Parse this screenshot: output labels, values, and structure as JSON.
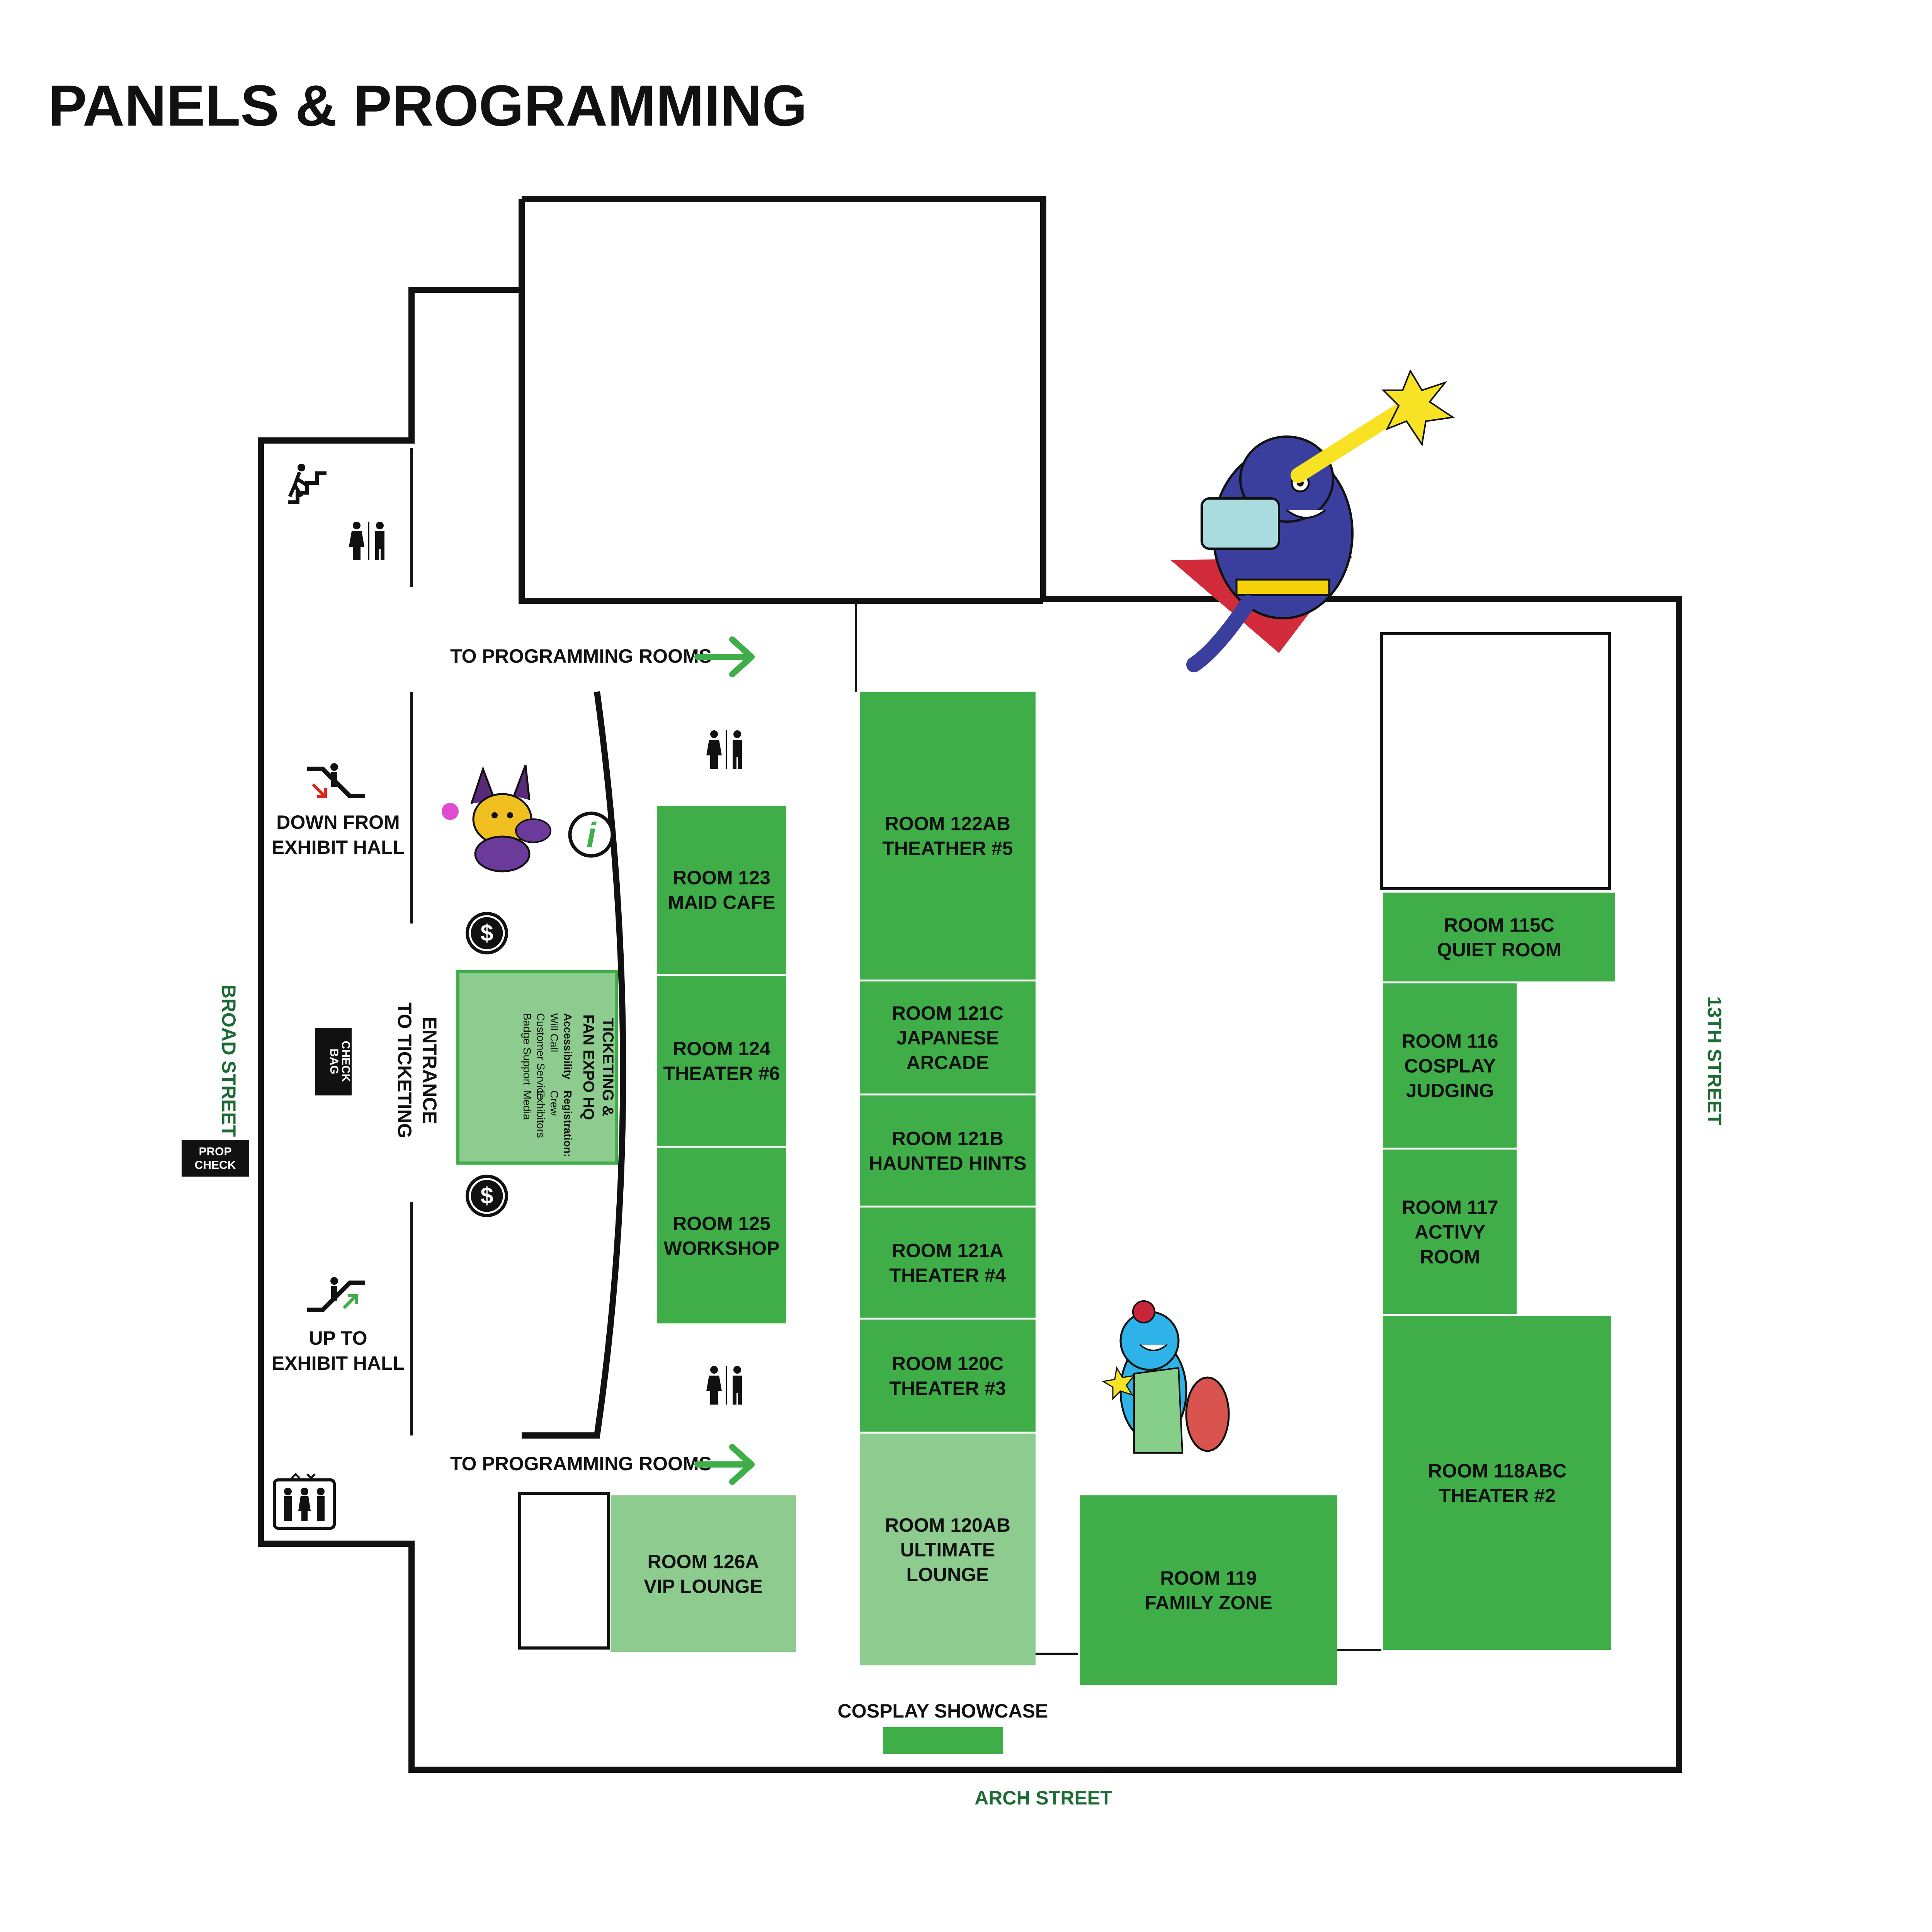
{
  "title": "PANELS & PROGRAMMING",
  "colors": {
    "room_green": "#3fae49",
    "room_light_green": "#8dcb8f",
    "wall": "#111111",
    "street_green": "#1d6b34",
    "arrow_green": "#3fae49",
    "down_arrow_red": "#e0251b"
  },
  "streets": {
    "west": "BROAD STREET",
    "east": "13TH STREET",
    "south": "ARCH STREET"
  },
  "rooms": [
    {
      "id": "room-122ab",
      "lines": [
        "ROOM 122AB",
        "THEATHER #5"
      ],
      "style": "green"
    },
    {
      "id": "room-121c",
      "lines": [
        "ROOM 121C",
        "JAPANESE",
        "ARCADE"
      ],
      "style": "green"
    },
    {
      "id": "room-121b",
      "lines": [
        "ROOM 121B",
        "HAUNTED HINTS"
      ],
      "style": "green"
    },
    {
      "id": "room-121a",
      "lines": [
        "ROOM 121A",
        "THEATER #4"
      ],
      "style": "green"
    },
    {
      "id": "room-120c",
      "lines": [
        "ROOM 120C",
        "THEATER #3"
      ],
      "style": "green"
    },
    {
      "id": "room-120ab",
      "lines": [
        "ROOM 120AB",
        "ULTIMATE",
        "LOUNGE"
      ],
      "style": "light"
    },
    {
      "id": "room-123",
      "lines": [
        "ROOM 123",
        "MAID CAFE"
      ],
      "style": "green"
    },
    {
      "id": "room-124",
      "lines": [
        "ROOM 124",
        "THEATER #6"
      ],
      "style": "green"
    },
    {
      "id": "room-125",
      "lines": [
        "ROOM 125",
        "WORKSHOP"
      ],
      "style": "green"
    },
    {
      "id": "room-126a",
      "lines": [
        "ROOM 126A",
        "VIP LOUNGE"
      ],
      "style": "light"
    },
    {
      "id": "room-119",
      "lines": [
        "ROOM 119",
        "FAMILY ZONE"
      ],
      "style": "green"
    },
    {
      "id": "room-115c",
      "lines": [
        "ROOM 115C",
        "QUIET ROOM"
      ],
      "style": "green"
    },
    {
      "id": "room-116",
      "lines": [
        "ROOM 116",
        "COSPLAY",
        "JUDGING"
      ],
      "style": "green"
    },
    {
      "id": "room-117",
      "lines": [
        "ROOM 117",
        "ACTIVY",
        "ROOM"
      ],
      "style": "green"
    },
    {
      "id": "room-118abc",
      "lines": [
        "ROOM 118ABC",
        "THEATER #2"
      ],
      "style": "green"
    }
  ],
  "nav": {
    "to_programming_top": "TO PROGRAMMING ROOMS",
    "to_programming_bottom": "TO PROGRAMMING ROOMS",
    "down_from_exhibit": [
      "DOWN FROM",
      "EXHIBIT HALL"
    ],
    "up_to_exhibit": [
      "UP TO",
      "EXHIBIT HALL"
    ],
    "entrance": [
      "ENTRANCE",
      "TO TICKETING"
    ],
    "cosplay_showcase": "COSPLAY SHOWCASE"
  },
  "hq": {
    "title_lines": [
      "TICKETING &",
      "FAN EXPO HQ"
    ],
    "col1_header": "Accessibility",
    "col1_items": [
      "Will Call",
      "Customer Service",
      "Badge Support"
    ],
    "col2_header": "Registration:",
    "col2_items": [
      "Crew",
      "Exhibitors",
      "Media"
    ]
  },
  "badges": {
    "bag_check": [
      "BAG",
      "CHECK"
    ],
    "prop_check": [
      "PROP",
      "CHECK"
    ]
  },
  "icons": {
    "stairs": "stairs-icon",
    "restroom": "restroom-icon",
    "escalator_down": "escalator-down-icon",
    "escalator_up": "escalator-up-icon",
    "elevator": "elevator-icon",
    "info": "info-icon",
    "atm": "dollar-icon"
  }
}
